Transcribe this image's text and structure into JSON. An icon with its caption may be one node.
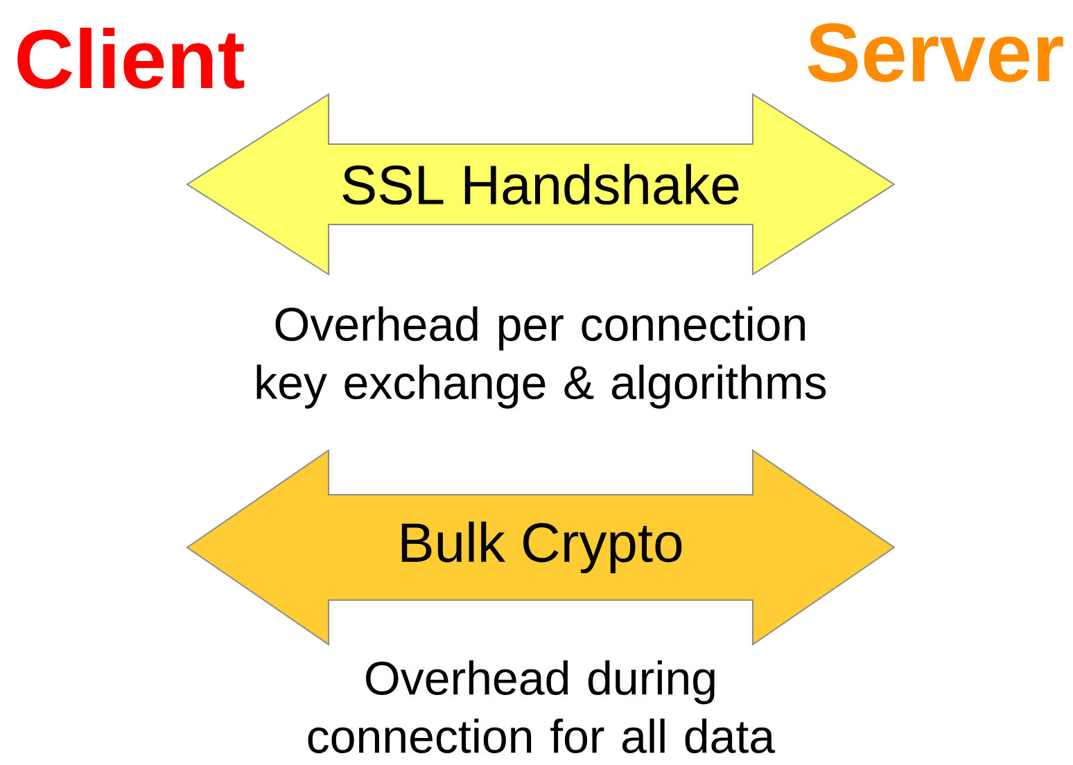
{
  "diagram": {
    "nodes": [
      {
        "text": [
          "SSL Handshake"
        ],
        "beside": [
          "Overhead per connection key exchange & algorithms"
        ]
      },
      {
        "text": [
          "Bulk Crypto"
        ],
        "beside": [
          "Overhead during connection for all data"
        ]
      }
    ],
    "labels": [
      "Client",
      "Server"
    ]
  }
}
